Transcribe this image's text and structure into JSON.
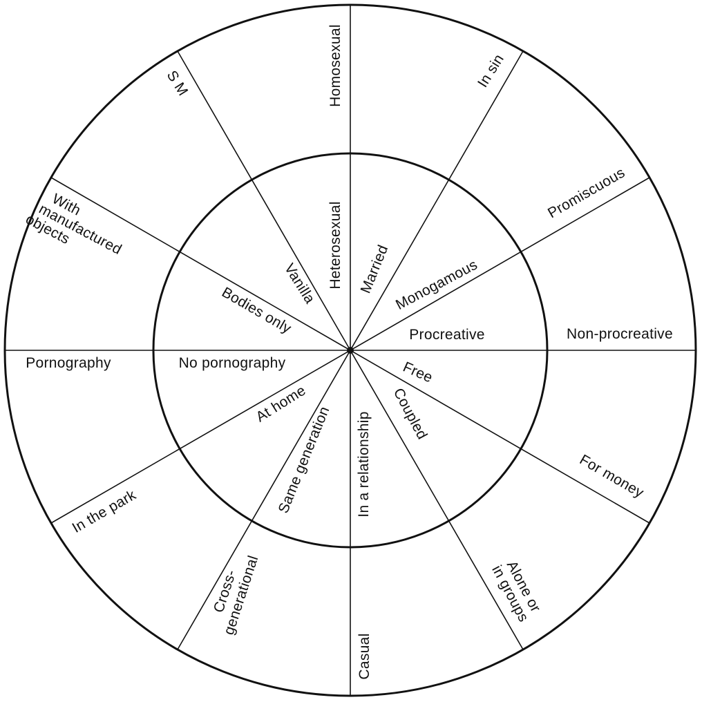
{
  "inner_labels": {
    "heterosexual": "Heterosexual",
    "married": "Married",
    "monogamous": "Monogamous",
    "procreative": "Procreative",
    "free": "Free",
    "coupled": "Coupled",
    "in_a_relationship": "In a relationship",
    "same_generation": "Same generation",
    "at_home": "At home",
    "no_pornography": "No pornography",
    "bodies_only": "Bodies only",
    "vanilla": "Vanilla"
  },
  "outer_labels": {
    "homosexual": "Homosexual",
    "in_sin": "In sin",
    "promiscuous": "Promiscuous",
    "non_procreative": "Non-procreative",
    "for_money": "For money",
    "alone_or_in_groups_1": "Alone or",
    "alone_or_in_groups_2": "in groups",
    "casual": "Casual",
    "cross_generational_1": "Cross-",
    "cross_generational_2": "generational",
    "in_the_park": "In the park",
    "pornography": "Pornography",
    "with_manufactured_objects_1": "With",
    "with_manufactured_objects_2": "manufactured",
    "with_manufactured_objects_3": "objects",
    "sm": "S M"
  },
  "colors": {
    "ink": "#111111",
    "paper": "#ffffff"
  }
}
